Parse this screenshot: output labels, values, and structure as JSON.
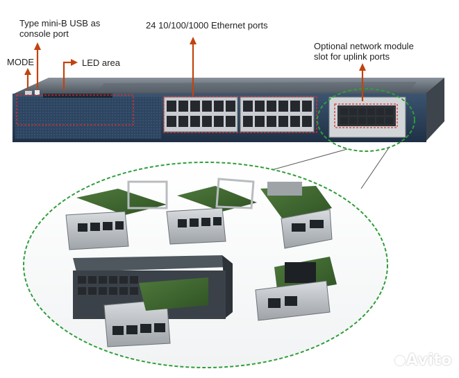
{
  "labels": {
    "usb_console": "Type mini-B USB as console port",
    "mode": "MODE",
    "led_area": "LED area",
    "ethernet_ports": "24 10/100/1000 Ethernet ports",
    "network_module": "Optional network module slot for uplink ports"
  },
  "watermark": "Avito",
  "colors": {
    "arrow": "#c0440f",
    "highlight_dashed": "#e03030",
    "zoom_dashed": "#2e9e3a",
    "chassis": "#2b3e55",
    "chassis_top": "#6e7780"
  }
}
